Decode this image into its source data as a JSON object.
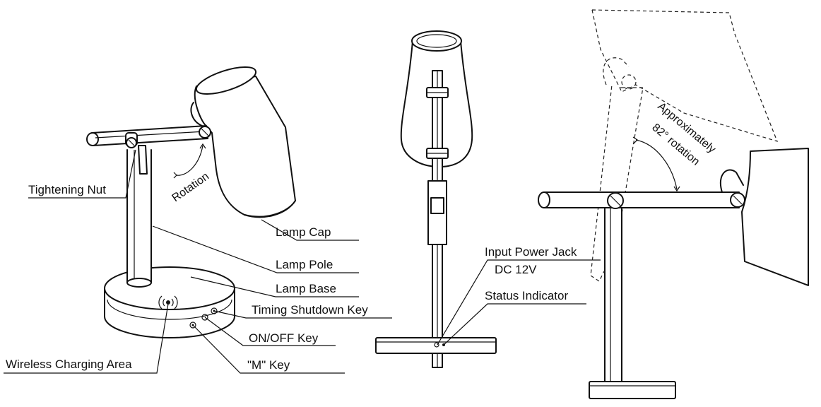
{
  "labels": {
    "tightening_nut": "Tightening Nut",
    "rotation": "Rotation",
    "lamp_cap": "Lamp Cap",
    "lamp_pole": "Lamp Pole",
    "lamp_base": "Lamp Base",
    "timing_shutdown_key": "Timing Shutdown Key",
    "on_off_key": "ON/OFF Key",
    "m_key": "\"M\" Key",
    "wireless_charging_area": "Wireless Charging Area",
    "input_power_jack": "Input Power Jack",
    "dc_12v": "DC 12V",
    "status_indicator": "Status Indicator",
    "approximately": "Approximately",
    "rotation_angle": "82° rotation"
  }
}
